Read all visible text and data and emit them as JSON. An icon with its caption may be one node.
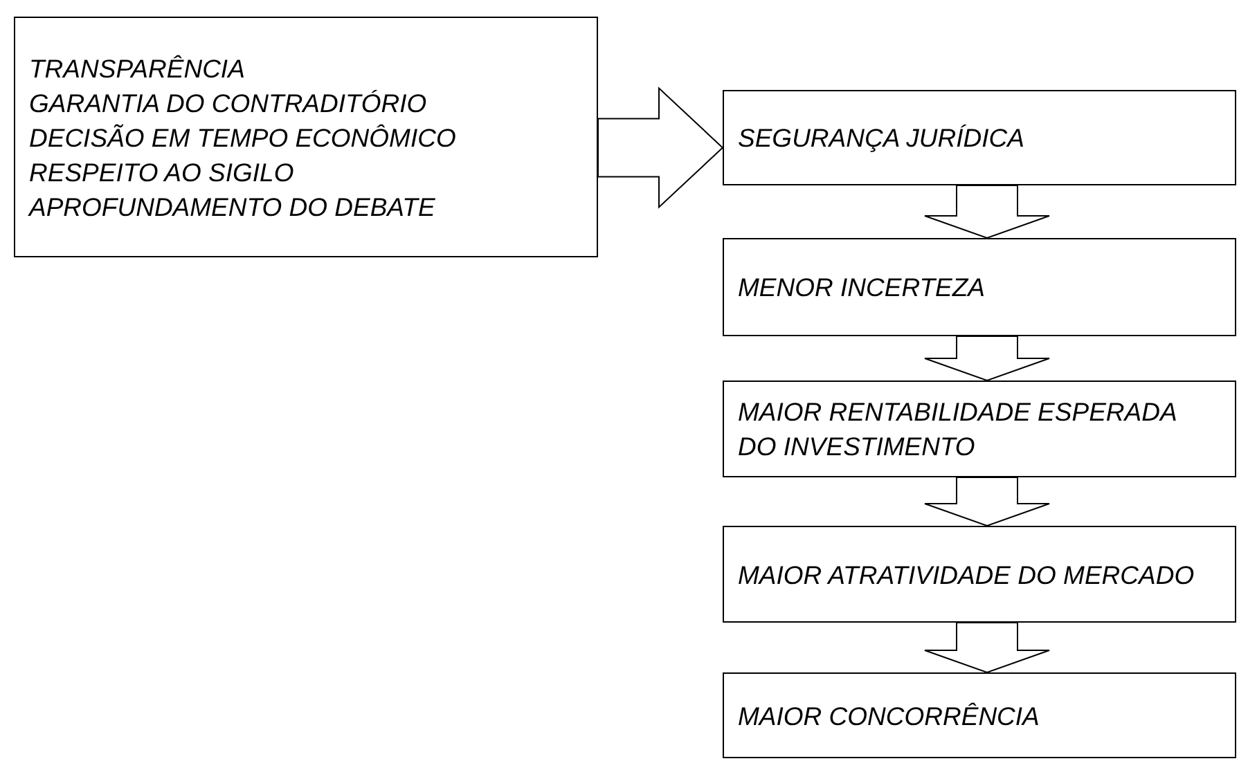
{
  "diagram": {
    "nodes": [
      {
        "text": [
          "TRANSPARÊNCIA",
          "GARANTIA DO CONTRADITÓRIO",
          "DECISÃO EM TEMPO ECONÔMICO",
          "RESPEITO AO SIGILO",
          "APROFUNDAMENTO DO DEBATE"
        ]
      },
      {
        "text": [
          "SEGURANÇA JURÍDICA"
        ]
      },
      {
        "text": [
          "MENOR INCERTEZA"
        ]
      },
      {
        "text": [
          "MAIOR RENTABILIDADE ESPERADA DO INVESTIMENTO"
        ]
      },
      {
        "text": [
          "MAIOR ATRATIVIDADE DO MERCADO"
        ]
      },
      {
        "text": [
          "MAIOR CONCORRÊNCIA"
        ]
      }
    ],
    "edges": [
      {
        "from": 0,
        "to": 1,
        "arrow": "to"
      },
      {
        "from": 1,
        "to": 2,
        "arrow": "to"
      },
      {
        "from": 2,
        "to": 3,
        "arrow": "to"
      },
      {
        "from": 3,
        "to": 4,
        "arrow": "to"
      },
      {
        "from": 4,
        "to": 5,
        "arrow": "to"
      }
    ]
  }
}
